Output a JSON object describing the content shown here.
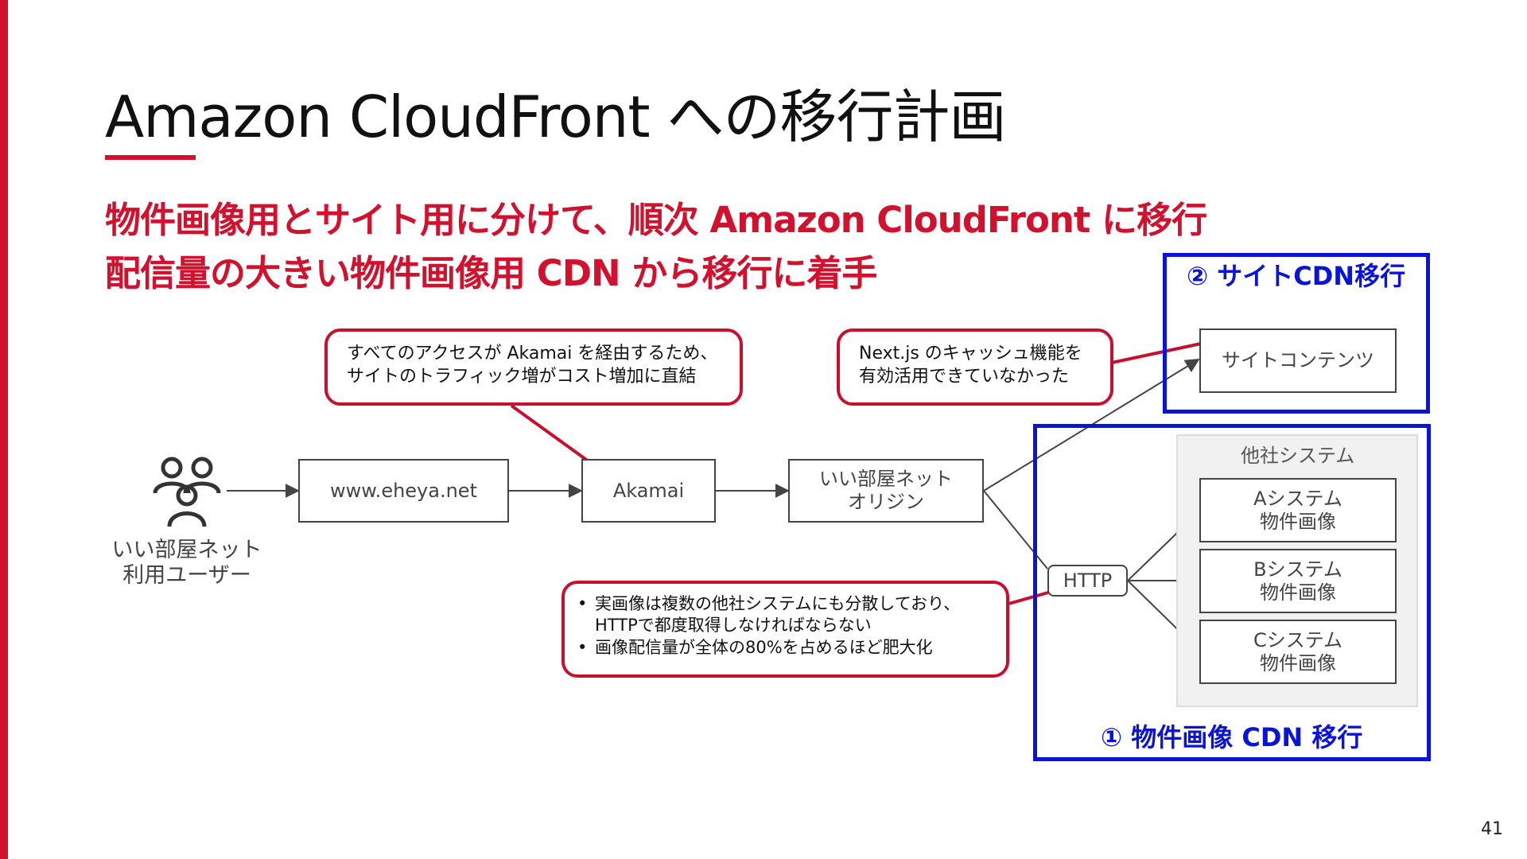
{
  "slide": {
    "title": "Amazon CloudFront への移行計画",
    "subtitle_line1": "物件画像用とサイト用に分けて、順次 Amazon CloudFront に移行",
    "subtitle_line2": "配信量の大きい物件画像用 CDN から移行に着手",
    "page_number": "41"
  },
  "diagram": {
    "users_label_line1": "いい部屋ネット",
    "users_label_line2": "利用ユーザー",
    "node_www": "www.eheya.net",
    "node_akamai": "Akamai",
    "node_origin_line1": "いい部屋ネット",
    "node_origin_line2": "オリジン",
    "node_http": "HTTP",
    "node_site_content": "サイトコンテンツ",
    "other_systems_label": "他社システム",
    "system_a_line1": "Aシステム",
    "system_a_line2": "物件画像",
    "system_b_line1": "Bシステム",
    "system_b_line2": "物件画像",
    "system_c_line1": "Cシステム",
    "system_c_line2": "物件画像",
    "site_cdn_label": "② サイトCDN移行",
    "image_cdn_label": "① 物件画像 CDN 移行"
  },
  "callouts": {
    "akamai_line1": "すべてのアクセスが Akamai を経由するため、",
    "akamai_line2": "サイトのトラフィック増がコスト増加に直結",
    "nextjs_line1": "Next.js のキャッシュ機能を",
    "nextjs_line2": "有効活用できていなかった",
    "images_bullet1_line1": "実画像は複数の他社システムにも分散しており、",
    "images_bullet1_line2": "HTTPで都度取得しなければならない",
    "images_bullet2": "画像配信量が全体の80%を占めるほど肥大化",
    "bullet_glyph": "•"
  },
  "colors": {
    "accent_red": "#d0122f",
    "callout_red": "#c8102e",
    "highlight_blue": "#0a14d8",
    "box_border": "#444444"
  }
}
